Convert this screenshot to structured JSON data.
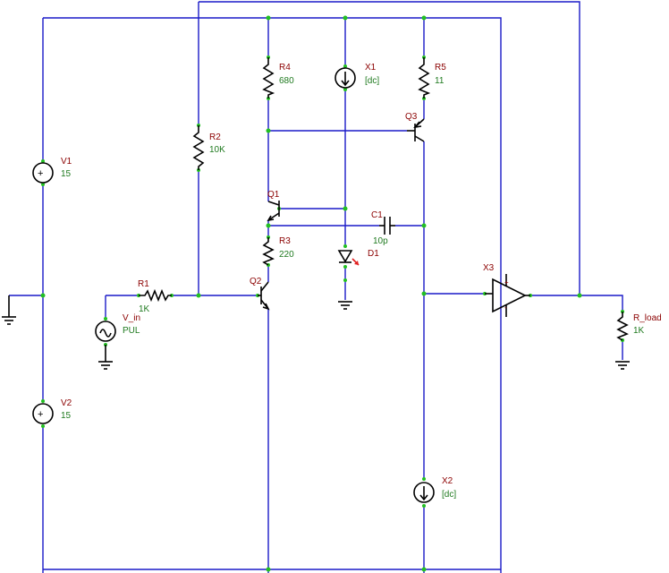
{
  "components": {
    "V1": {
      "name": "V1",
      "value": "15"
    },
    "V2": {
      "name": "V2",
      "value": "15"
    },
    "R1": {
      "name": "R1",
      "value": "1K"
    },
    "V_in": {
      "name": "V_in",
      "value": "PUL"
    },
    "R2": {
      "name": "R2",
      "value": "10K"
    },
    "R4": {
      "name": "R4",
      "value": "680"
    },
    "X1": {
      "name": "X1",
      "value": "[dc]"
    },
    "R5": {
      "name": "R5",
      "value": "11"
    },
    "Q3": {
      "name": "Q3"
    },
    "Q1": {
      "name": "Q1"
    },
    "C1": {
      "name": "C1",
      "value": "10p"
    },
    "R3": {
      "name": "R3",
      "value": "220"
    },
    "D1": {
      "name": "D1"
    },
    "Q2": {
      "name": "Q2"
    },
    "X3": {
      "name": "X3",
      "plus": "+",
      "minus": "-"
    },
    "R_load": {
      "name": "R_load",
      "value": "1K"
    },
    "X2": {
      "name": "X2",
      "value": "[dc]"
    }
  },
  "colors": {
    "wire": "#1a1ac8",
    "component": "#000000",
    "node": "#22c022",
    "label": "#8b0000",
    "value": "#1f7a1f",
    "diode_arrow": "#e02020"
  }
}
